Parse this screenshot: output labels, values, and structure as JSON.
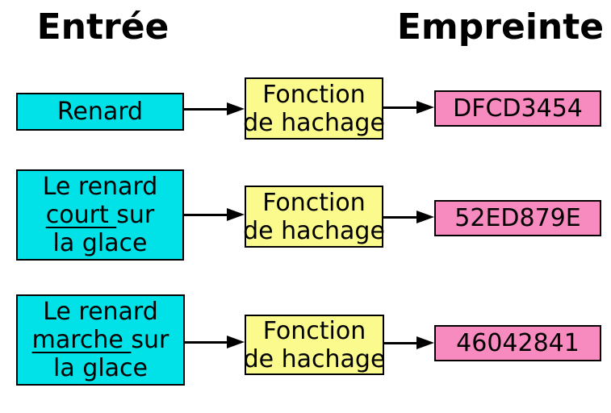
{
  "titles": {
    "input": "Entrée",
    "output": "Empreinte"
  },
  "function_box": {
    "line1": "Fonction",
    "line2": "de hachage"
  },
  "rows": [
    {
      "input": {
        "line1": "Renard"
      },
      "output": "DFCD3454"
    },
    {
      "input": {
        "line1": "Le renard",
        "line2_underlined": "court ",
        "line2_rest": "sur",
        "line3": "la glace"
      },
      "output": "52ED879E"
    },
    {
      "input": {
        "line1": "Le renard",
        "line2_underlined": "marche ",
        "line2_rest": "sur",
        "line3": "la glace"
      },
      "output": "46042841"
    }
  ],
  "colors": {
    "input_fill": "#00e1e8",
    "function_fill": "#fbfa8d",
    "output_fill": "#f78abe",
    "border": "#000000",
    "arrow": "#000000",
    "text": "#000000",
    "background": "#ffffff"
  }
}
